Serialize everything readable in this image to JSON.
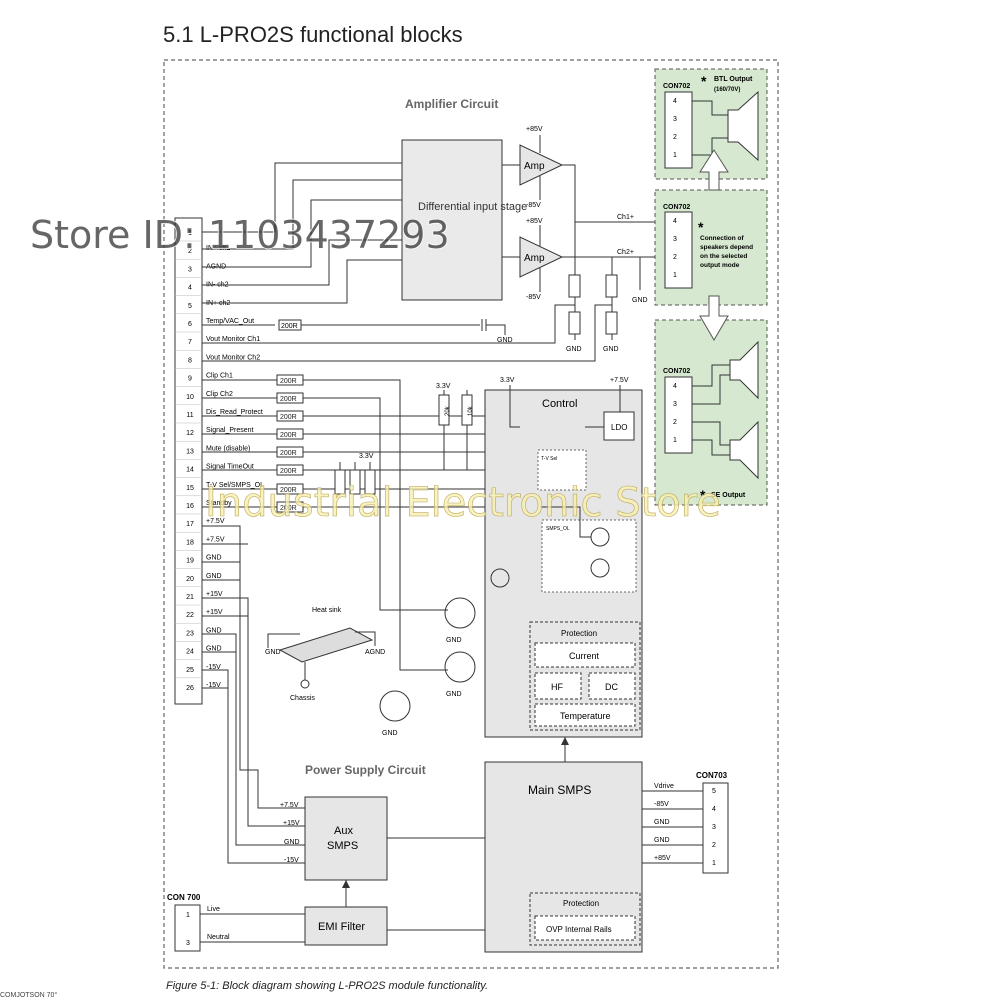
{
  "title": "5.1 L-PRO2S functional blocks",
  "caption": "Figure 5-1: Block diagram showing L-PRO2S module functionality.",
  "footer_cut": "COMJOTSON 70°",
  "section_labels": {
    "amplifier": "Amplifier Circuit",
    "power_supply": "Power Supply Circuit"
  },
  "blocks": {
    "diff_input": "Differential input stage",
    "amp": "Amp",
    "control": "Control",
    "ldo": "LDO",
    "protection": "Protection",
    "current": "Current",
    "hf": "HF",
    "dc": "DC",
    "temperature": "Temperature",
    "main_smps": "Main SMPS",
    "aux_smps_1": "Aux",
    "aux_smps_2": "SMPS",
    "emi_filter": "EMI Filter",
    "ovp": "OVP Internal Rails",
    "heat_sink": "Heat sink",
    "chassis": "Chassis",
    "tv_sel": "T-V Sel",
    "smps_ol": "SMPS_OL"
  },
  "rails": {
    "p85": "+85V",
    "m85": "-85V",
    "p33": "3.3V",
    "p75": "+7.5V",
    "gnd": "GND",
    "agnd": "AGND"
  },
  "outputs": {
    "ch1": "Ch1+",
    "ch2": "Ch2+"
  },
  "resistors": {
    "r200": "200R",
    "r20k": "20k",
    "r10k": "10k"
  },
  "con702_top": {
    "name": "CON702",
    "note_1": "BTL Output",
    "note_2": "(160/70V)",
    "pins": [
      "4",
      "3",
      "2",
      "1"
    ]
  },
  "con702_mid": {
    "name": "CON702",
    "note": [
      "Connection of",
      "speakers depend",
      "on the selected",
      "output mode"
    ],
    "pins": [
      "4",
      "3",
      "2",
      "1"
    ]
  },
  "con702_bot": {
    "name": "CON702",
    "note": "SE Output",
    "pins": [
      "4",
      "3",
      "2",
      "1"
    ]
  },
  "connector_pins": [
    {
      "num": "1",
      "label": ""
    },
    {
      "num": "2",
      "label": "IN+ ch1"
    },
    {
      "num": "3",
      "label": "AGND"
    },
    {
      "num": "4",
      "label": "IN- ch2"
    },
    {
      "num": "5",
      "label": "IN+ ch2"
    },
    {
      "num": "6",
      "label": "Temp/VAC_Out"
    },
    {
      "num": "7",
      "label": "Vout Monitor Ch1"
    },
    {
      "num": "8",
      "label": "Vout Monitor Ch2"
    },
    {
      "num": "9",
      "label": "Clip Ch1"
    },
    {
      "num": "10",
      "label": "Clip Ch2"
    },
    {
      "num": "11",
      "label": "Dis_Read_Protect"
    },
    {
      "num": "12",
      "label": "Signal_Present"
    },
    {
      "num": "13",
      "label": "Mute (disable)"
    },
    {
      "num": "14",
      "label": "Signal TimeOut"
    },
    {
      "num": "15",
      "label": "T-V Sel/SMPS_OL"
    },
    {
      "num": "16",
      "label": "Standby"
    },
    {
      "num": "17",
      "label": "+7.5V"
    },
    {
      "num": "18",
      "label": "+7.5V"
    },
    {
      "num": "19",
      "label": "GND"
    },
    {
      "num": "20",
      "label": "GND"
    },
    {
      "num": "21",
      "label": "+15V"
    },
    {
      "num": "22",
      "label": "+15V"
    },
    {
      "num": "23",
      "label": "GND"
    },
    {
      "num": "24",
      "label": "GND"
    },
    {
      "num": "25",
      "label": "-15V"
    },
    {
      "num": "26",
      "label": "-15V"
    }
  ],
  "aux_rails": [
    "+7.5V",
    "+15V",
    "GND",
    "-15V"
  ],
  "con703": {
    "name": "CON703",
    "pins": [
      "5",
      "4",
      "3",
      "2",
      "1"
    ],
    "labels": [
      "Vdrive",
      "-85V",
      "GND",
      "GND",
      "+85V"
    ]
  },
  "con700": {
    "name": "CON 700",
    "pins": [
      "1",
      "3"
    ],
    "labels": [
      "Live",
      "Neutral"
    ]
  },
  "watermarks": {
    "store_id": "Store ID:  1103437293",
    "store_name": "Industrial Electronic Store"
  }
}
